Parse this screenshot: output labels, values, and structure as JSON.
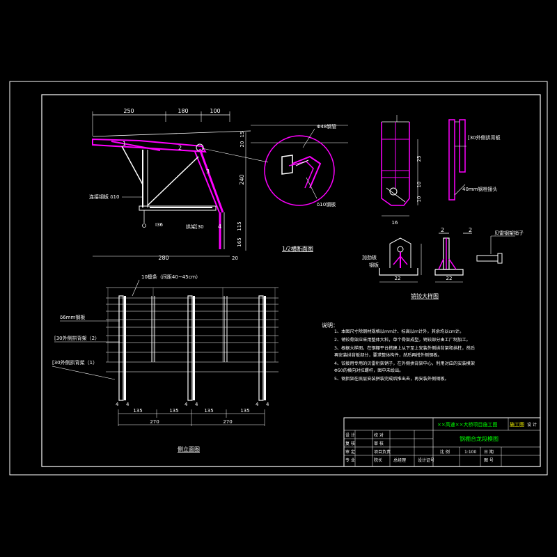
{
  "colors": {
    "background": "#000000",
    "border": "#ffffff",
    "magenta": "#ff00ff",
    "green": "#00ff00",
    "yellow": "#ffff00",
    "white": "#ffffff",
    "gray": "#b0b0b0"
  },
  "section_view": {
    "dims_top": [
      "250",
      "180",
      "100"
    ],
    "dims_right": [
      "15",
      "20",
      "240"
    ],
    "dims_right_lower": [
      "115",
      "165"
    ],
    "dim_bottom": "280",
    "dim_bottom_small": "20",
    "part_labels": [
      "1",
      "2",
      "3",
      "4"
    ],
    "label_pipe": "Φ48钢管",
    "label_plate": "δ10钢板",
    "label_connect_plate": "连接钢板 δ10",
    "label_i_beam": "I36",
    "label_brace": "拱架[30",
    "title": "1/2横断面图"
  },
  "hinge_detail": {
    "dims_vertical": [
      "25",
      "10",
      "10"
    ],
    "dim_width": "16",
    "dim_base_1": "22",
    "dim_base_2": "22",
    "label_channel": "[30外侧拱背板",
    "label_pin": "40mm钢栓接头",
    "label_stiffener": "加劲板",
    "label_base": "钢板",
    "label_bolt": "贝雷钢架销子",
    "section_marks": [
      "2",
      "2"
    ],
    "title": "销铰大样图"
  },
  "elevation_view": {
    "label_purlin": "10檩条（间距40~45cm）",
    "label_steel": "δ6mm钢板",
    "label_arch2": "[30外侧拱背架（2）",
    "label_arch1": "[30外侧拱背架（1）",
    "dims_small": [
      "135",
      "135",
      "135",
      "135"
    ],
    "dims_large": [
      "270",
      "270"
    ],
    "section_marks": [
      "4",
      "4",
      "4",
      "4",
      "4",
      "4"
    ],
    "title": "侧立面图"
  },
  "notes": {
    "heading": "说明：",
    "items": [
      "1、本图尺寸除钢材规格以mm计、标高以m计外，其余均以cm计。",
      "2、销铰骨架应采用整体大料，单个骨架成型，销铰部分由工厂制加工。",
      "3、根据大样图，在钢棚平台搭建上从下至上安装外侧拱背架和拱柱，然后",
      "   再安装拱背板部分，要求整体构件，然后再搭外侧钢板。",
      "4、铰接用专用的贝雷桁架销子，在外侧拱背架中心，利用对应的安装模架",
      "   Φ50的横向对拉螺杆，图中未绘出。",
      "5、钢拱架在底层安装拼装完成后推出去，再安装外侧钢板。"
    ]
  },
  "title_block": {
    "project": "××高速××大桥项目施工图",
    "stage": "施工图",
    "design_label": "设 计",
    "drawing_name": "钢棚合龙段模图",
    "row1": [
      "设 计",
      "",
      "校 对",
      "",
      ""
    ],
    "row2": [
      "复 核",
      "",
      "审 核",
      "",
      ""
    ],
    "row3": [
      "审 定",
      "",
      "项目负责",
      "",
      ""
    ],
    "row4": [
      "专 业",
      "",
      "院长",
      "总经理",
      "设计证号"
    ],
    "scale_label": "比 例",
    "scale_value": "1:100",
    "sheet_label": "日 期",
    "sheet_no_label": "图 号"
  }
}
